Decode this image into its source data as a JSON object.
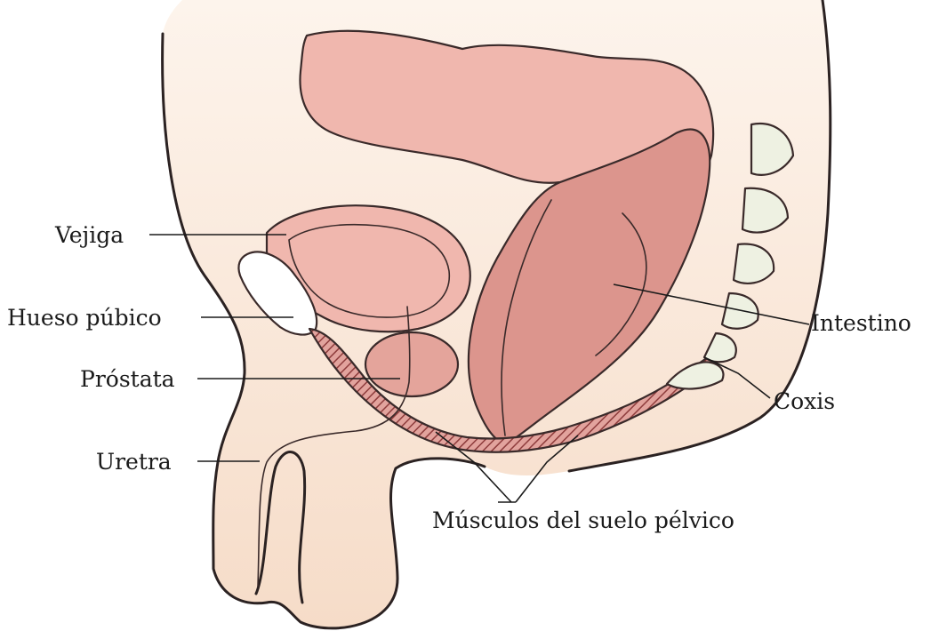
{
  "diagram": {
    "labels": {
      "vejiga": "Vejiga",
      "hueso_pubico": "Hueso púbico",
      "prostata": "Próstata",
      "uretra": "Uretra",
      "intestino": "Intestino",
      "coxis": "Coxis",
      "musculos": "Músculos del suelo pélvico"
    },
    "colors": {
      "skin": "#f8e4d4",
      "bowel": "#f0b7ae",
      "rectum": "#dc958d",
      "bladder_wall": "#f0b7ae",
      "bladder_inner": "#dc958d",
      "prostate": "#e4a49b",
      "muscle": "#a85858",
      "bone": "#ffffff",
      "vertebra": "#eef1e2",
      "outline": "#2b2222"
    }
  }
}
